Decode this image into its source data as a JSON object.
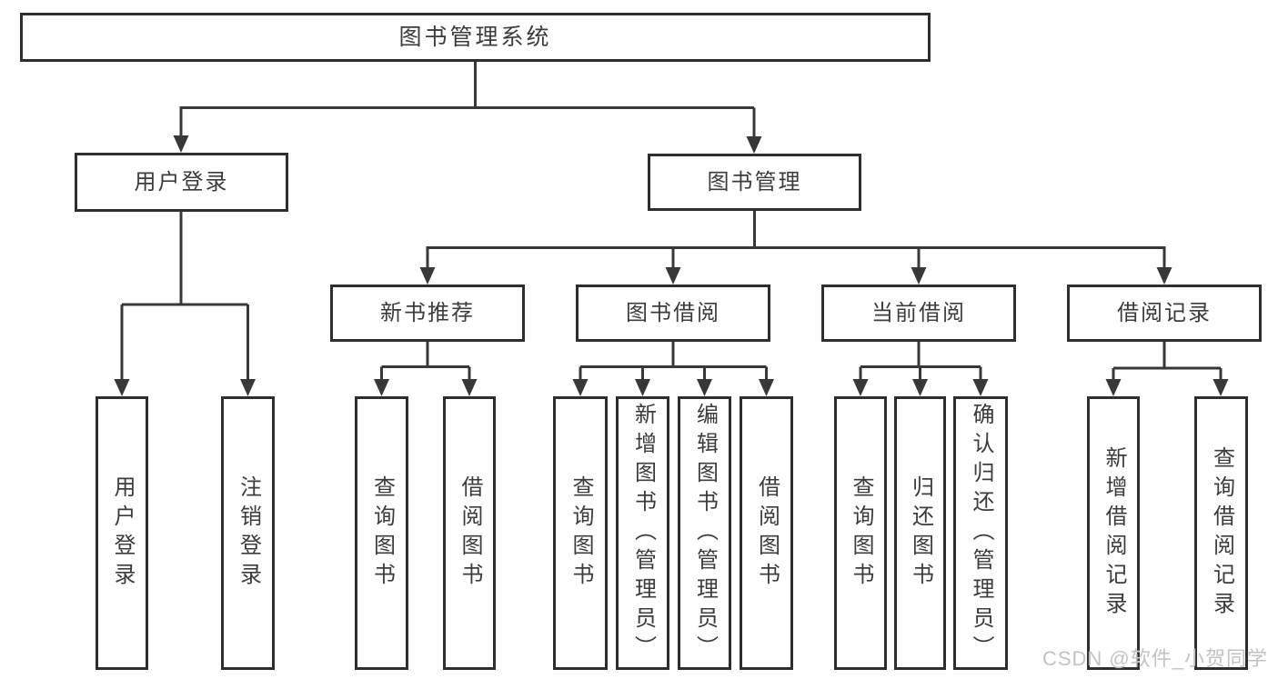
{
  "tree": {
    "label": "图书管理系统",
    "children": [
      {
        "label": "用户登录",
        "children": [
          {
            "label": "用户登录"
          },
          {
            "label": "注销登录"
          }
        ]
      },
      {
        "label": "图书管理",
        "children": [
          {
            "label": "新书推荐",
            "children": [
              {
                "label": "查询图书"
              },
              {
                "label": "借阅图书"
              }
            ]
          },
          {
            "label": "图书借阅",
            "children": [
              {
                "label": "查询图书"
              },
              {
                "label": "新增图书（管理员）"
              },
              {
                "label": "编辑图书（管理员）"
              },
              {
                "label": "借阅图书"
              }
            ]
          },
          {
            "label": "当前借阅",
            "children": [
              {
                "label": "查询图书"
              },
              {
                "label": "归还图书"
              },
              {
                "label": "确认归还（管理员）"
              }
            ]
          },
          {
            "label": "借阅记录",
            "children": [
              {
                "label": "新增借阅记录"
              },
              {
                "label": "查询借阅记录"
              }
            ]
          }
        ]
      }
    ]
  },
  "watermark": {
    "text": "CSDN @软件_小贺同学"
  },
  "colors": {
    "line": "#383838",
    "box_border": "#2e2e2e",
    "text": "#3c3c3c",
    "watermark": "#c3c3c3",
    "background": "#ffffff"
  }
}
